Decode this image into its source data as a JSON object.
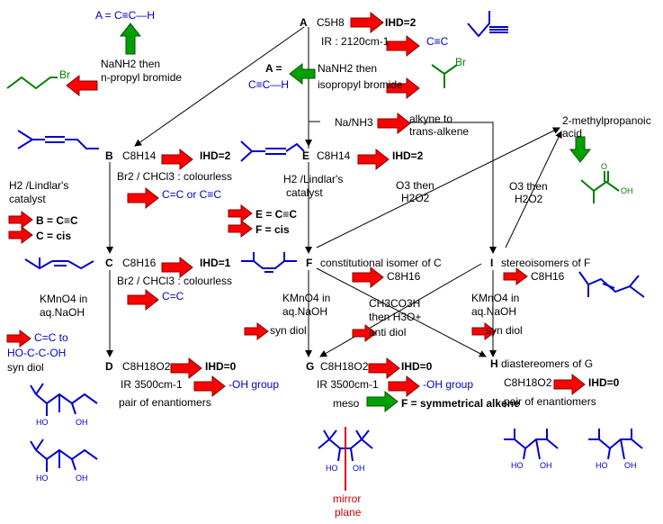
{
  "compounds": {
    "A": {
      "label": "A",
      "formula": "C5H8",
      "ihd": "IHD=2",
      "ir": "IR : 2120cm-1",
      "ir_result": "C≡C"
    },
    "B": {
      "label": "B",
      "formula": "C8H14",
      "ihd": "IHD=2",
      "test": "Br2 / CHCl3 : colourless",
      "test_result": "C=C or C≡C"
    },
    "C": {
      "label": "C",
      "formula": "C8H16",
      "ihd": "IHD=1",
      "test": "Br2 / CHCl3 : colourless",
      "test_result": "C=C"
    },
    "D": {
      "label": "D",
      "formula": "C8H18O2",
      "ihd": "IHD=0",
      "ir": "IR 3500cm-1",
      "ir_result": "-OH group",
      "note": "pair of enantiomers"
    },
    "E": {
      "label": "E",
      "formula": "C8H14",
      "ihd": "IHD=2"
    },
    "F": {
      "label": "F",
      "note": "constitutional isomer of C",
      "formula": "C8H16"
    },
    "G": {
      "label": "G",
      "formula": "C8H18O2",
      "ihd": "IHD=0",
      "ir": "IR 3500cm-1",
      "ir_result": "-OH group",
      "meso": "meso",
      "meso_result": "F = symmetrical alkene"
    },
    "H": {
      "label": "H",
      "note": "diastereomers of G",
      "formula": "C8H18O2",
      "ihd": "IHD=0",
      "note2": "pair of enantiomers"
    },
    "I": {
      "label": "I",
      "note": "stereoisomers of F",
      "formula": "C8H16"
    }
  },
  "reagents": {
    "a_top": "A = C≡C—H",
    "nanh2_npropyl_1": "NaNH2 then",
    "nanh2_npropyl_2": "n-propyl bromide",
    "a_mid_1": "A =",
    "a_mid_2": "C≡C—H",
    "nanh2_iso_1": "NaNH2 then",
    "nanh2_iso_2": "isopropyl bromide",
    "na_nh3": "Na/NH3",
    "alkyne_trans_1": "alkyne to",
    "alkyne_trans_2": "trans-alkene",
    "acid_1": "2-methylpropanoic",
    "acid_2": "acid",
    "o3_1": "O3 then",
    "o3_2": "H2O2",
    "o3b_1": "O3 then",
    "o3b_2": "H2O2",
    "lindlar_b_1": "H2 /Lindlar's",
    "lindlar_b_2": "catalyst",
    "lindlar_e_1": "H2 /Lindlar's",
    "lindlar_e_2": "catalyst",
    "b_is": "B = C≡C",
    "c_is": "C = cis",
    "e_is": "E = C≡C",
    "f_is": "F = cis",
    "kmno4_c_1": "KMnO4 in",
    "kmno4_c_2": "aq.NaOH",
    "cc_to_1": "C=C to",
    "cc_to_2": "HO-C-C-OH",
    "cc_to_3": "syn diol",
    "kmno4_f_1": "KMnO4 in",
    "kmno4_f_2": "aq.NaOH",
    "syn_diol_f": "syn diol",
    "peracid_1": "CH3CO3H",
    "peracid_2": "then H3O+",
    "anti_diol": "anti diol",
    "kmno4_i_1": "KMnO4 in",
    "kmno4_i_2": "aq.NaOH",
    "syn_diol_i": "syn diol",
    "mirror_1": "mirror",
    "mirror_2": "plane",
    "oh": "OH",
    "ho": "HO",
    "carbonyl_o": "O",
    "br": "Br"
  },
  "colors": {
    "arrow_red": "#ff0000",
    "arrow_green": "#00a000",
    "structure_blue": "#0000cc",
    "structure_green": "#008000",
    "mirror_red": "#dd0000"
  }
}
